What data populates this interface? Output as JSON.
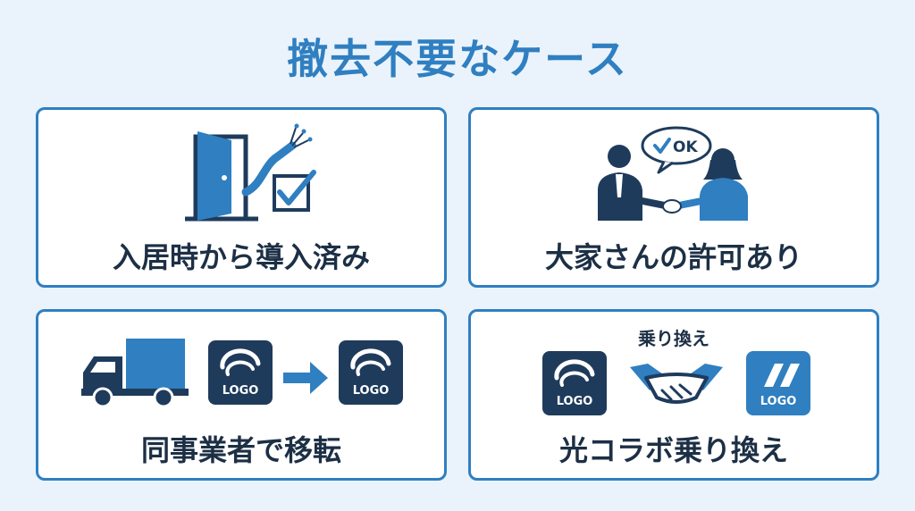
{
  "title": "撤去不要なケース",
  "cards": [
    {
      "label": "入居時から導入済み",
      "icon": "door-fiber-check-icon"
    },
    {
      "label": "大家さんの許可あり",
      "icon": "handshake-people-icon",
      "bubble": "OK"
    },
    {
      "label": "同事業者で移転",
      "icon": "truck-logo-move-icon",
      "logos": [
        "LOGO",
        "LOGO"
      ]
    },
    {
      "label": "光コラボ乗り換え",
      "icon": "handshake-switch-icon",
      "caption": "乗り換え",
      "logos": [
        "LOGO",
        "LOGO"
      ]
    }
  ],
  "colors": {
    "background": "#eaf3fb",
    "accent": "#2f7fc1",
    "dark_navy": "#1f3b5c",
    "text": "#1c2f45"
  }
}
